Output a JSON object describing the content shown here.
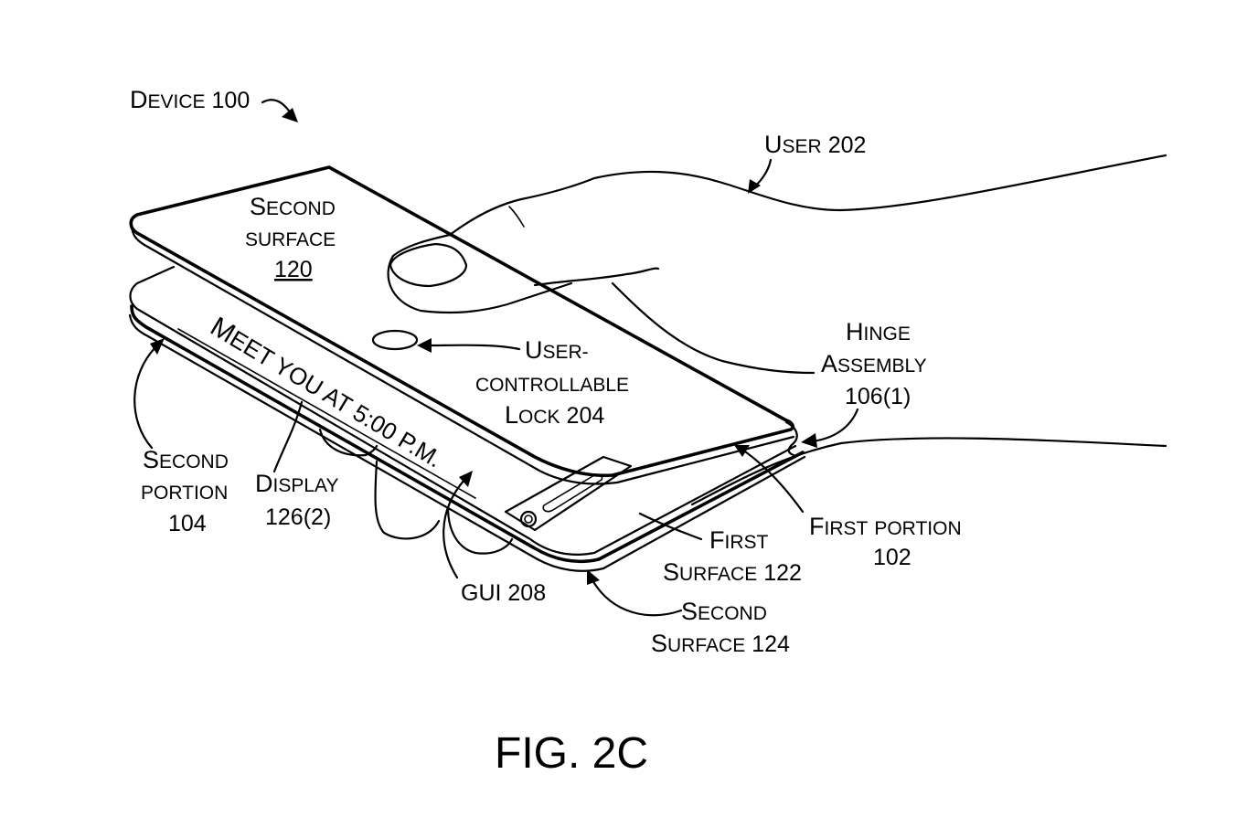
{
  "figure": {
    "caption": "FIG. 2C",
    "labels": {
      "device": {
        "head": "D",
        "rest": "EVICE",
        "num": "100"
      },
      "second_surface_120": {
        "line1_head": "S",
        "line1_rest": "ECOND",
        "line2": "SURFACE",
        "num": "120"
      },
      "user_202": {
        "head": "U",
        "rest": "SER",
        "num": "202"
      },
      "lock_204": {
        "line1_head": "U",
        "line1_rest": "SER-",
        "line2": "CONTROLLABLE",
        "line3_head": "L",
        "line3_rest": "OCK",
        "num": "204"
      },
      "hinge_106": {
        "line1_head": "H",
        "line1_rest": "INGE",
        "line2_head": "A",
        "line2_rest": "SSEMBLY",
        "num": "106(1)"
      },
      "second_portion_104": {
        "line1_head": "S",
        "line1_rest": "ECOND",
        "line2": "PORTION",
        "num": "104"
      },
      "display_126": {
        "line1_head": "D",
        "line1_rest": "ISPLAY",
        "num": "126(2)"
      },
      "gui_208": {
        "text": "GUI 208"
      },
      "first_surface_122": {
        "line1_head": "F",
        "line1_rest": "IRST",
        "line2_head": "S",
        "line2_rest": "URFACE",
        "num": "122"
      },
      "first_portion_102": {
        "line1_head": "F",
        "line1_rest": "IRST",
        "line1_tail": "PORTION",
        "num": "102"
      },
      "second_surface_124": {
        "line1_head": "S",
        "line1_rest": "ECOND",
        "line2_head": "S",
        "line2_rest": "URFACE",
        "num": "124"
      }
    },
    "screen_message": {
      "head": "M",
      "rest": "EET YOU AT 5:00 P.M."
    }
  }
}
